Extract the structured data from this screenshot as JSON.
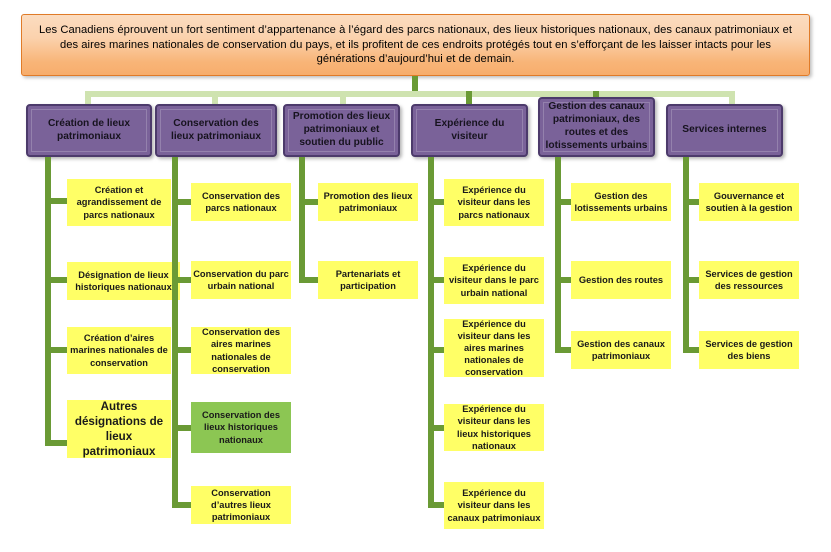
{
  "vision": {
    "text": "Les Canadiens éprouvent un fort sentiment d’appartenance à l’égard des parcs nationaux, des lieux historiques nationaux, des canaux patrimoniaux et des aires marines nationales de conservation du pays, et ils profitent de ces endroits protégés tout en s’efforçant de les laisser intacts pour les générations d’aujourd’hui et de demain."
  },
  "colors": {
    "program_box": "#7A6299",
    "program_border": "#4C3A6B",
    "sub_box": "#FFFF66",
    "highlight_box": "#8CC653",
    "connector": "#6A9A35",
    "vision_box_border": "#E07B28",
    "vision_box_fill": "#F8BA83"
  },
  "columns": [
    {
      "program": "Création de lieux patrimoniaux",
      "sub_activities": [
        {
          "label": "Création et agrandissement de parcs nationaux",
          "highlight": false,
          "emphasis": false
        },
        {
          "label": "Désignation de lieux historiques nationaux",
          "highlight": false,
          "emphasis": false
        },
        {
          "label": "Création d’aires marines nationales de conservation",
          "highlight": false,
          "emphasis": false
        },
        {
          "label": "Autres désignations de lieux patrimoniaux",
          "highlight": false,
          "emphasis": true
        }
      ]
    },
    {
      "program": "Conservation des lieux patrimoniaux",
      "sub_activities": [
        {
          "label": "Conservation des parcs nationaux",
          "highlight": false,
          "emphasis": false
        },
        {
          "label": "Conservation du parc urbain national",
          "highlight": false,
          "emphasis": false
        },
        {
          "label": "Conservation des aires marines nationales de conservation",
          "highlight": false,
          "emphasis": false
        },
        {
          "label": "Conservation des lieux historiques nationaux",
          "highlight": true,
          "emphasis": false
        },
        {
          "label": "Conservation d’autres lieux patrimoniaux",
          "highlight": false,
          "emphasis": false
        }
      ]
    },
    {
      "program": "Promotion des lieux patrimoniaux et soutien du public",
      "sub_activities": [
        {
          "label": "Promotion des lieux patrimoniaux",
          "highlight": false,
          "emphasis": false
        },
        {
          "label": "Partenariats et participation",
          "highlight": false,
          "emphasis": false
        }
      ]
    },
    {
      "program": "Expérience du visiteur",
      "sub_activities": [
        {
          "label": "Expérience du visiteur dans les parcs nationaux",
          "highlight": false,
          "emphasis": false
        },
        {
          "label": "Expérience du visiteur dans le parc urbain national",
          "highlight": false,
          "emphasis": false
        },
        {
          "label": "Expérience du visiteur dans les aires marines nationales de conservation",
          "highlight": false,
          "emphasis": false
        },
        {
          "label": "Expérience du visiteur dans les lieux historiques nationaux",
          "highlight": false,
          "emphasis": false
        },
        {
          "label": "Expérience du visiteur dans les canaux patrimoniaux",
          "highlight": false,
          "emphasis": false
        }
      ]
    },
    {
      "program": "Gestion des canaux patrimoniaux, des routes et des lotissements urbains",
      "sub_activities": [
        {
          "label": "Gestion des lotissements urbains",
          "highlight": false,
          "emphasis": false
        },
        {
          "label": "Gestion des routes",
          "highlight": false,
          "emphasis": false
        },
        {
          "label": "Gestion des canaux patrimoniaux",
          "highlight": false,
          "emphasis": false
        }
      ]
    },
    {
      "program": "Services internes",
      "sub_activities": [
        {
          "label": "Gouvernance et soutien à la gestion",
          "highlight": false,
          "emphasis": false
        },
        {
          "label": "Services de gestion des ressources",
          "highlight": false,
          "emphasis": false
        },
        {
          "label": "Services de gestion des biens",
          "highlight": false,
          "emphasis": false
        }
      ]
    }
  ]
}
